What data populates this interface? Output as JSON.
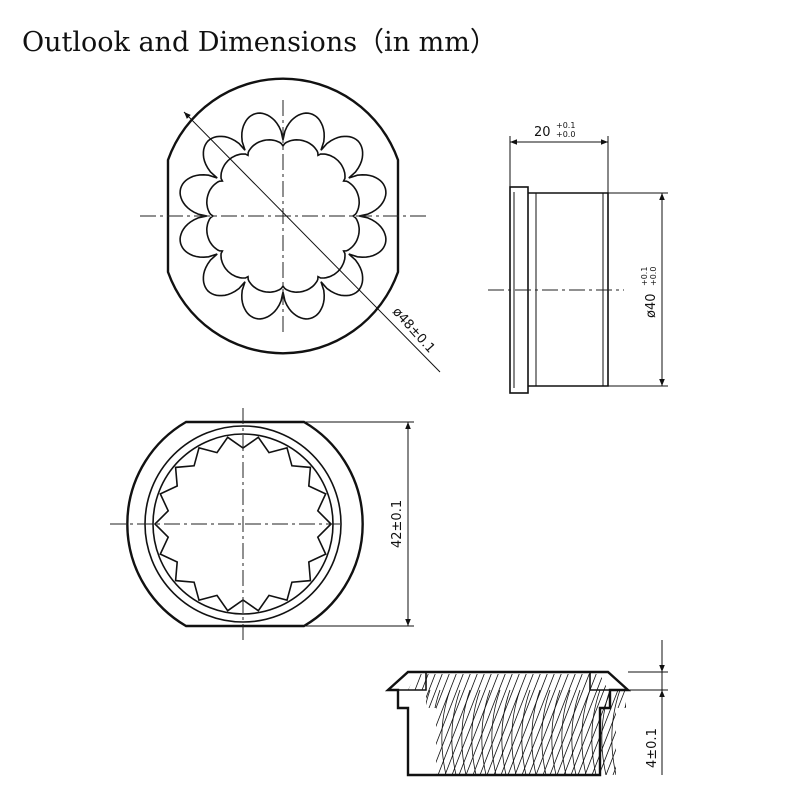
{
  "title": "Outlook and Dimensions（in mm）",
  "dimensions": {
    "outer_diameter": {
      "prefix": "ø48",
      "tol": "±0.1"
    },
    "width": {
      "nominal": "20",
      "tol_upper": "+0.1",
      "tol_lower": "+0.0"
    },
    "diameter_40": {
      "prefix": "ø40",
      "tol_upper": "+0.1",
      "tol_lower": "+0.0"
    },
    "height_42": {
      "label": "42±0.1"
    },
    "flange_4": {
      "label": "4±0.1"
    }
  }
}
